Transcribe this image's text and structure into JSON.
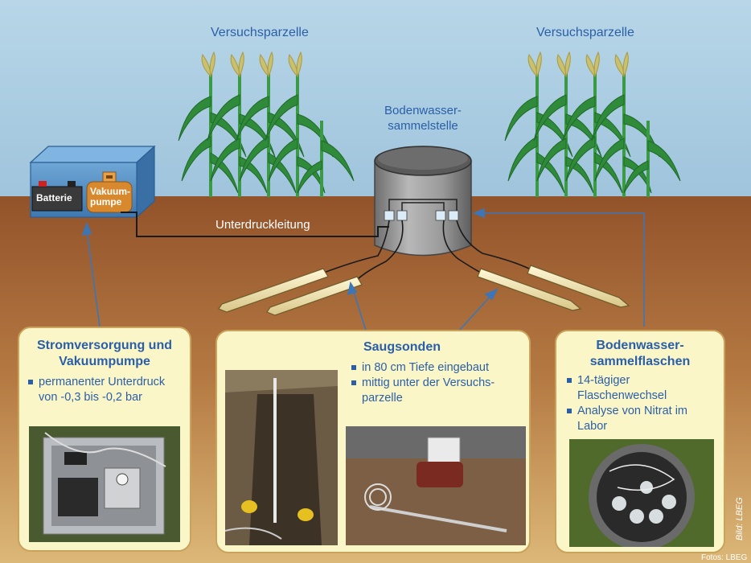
{
  "labels": {
    "plot_left": "Versuchsparzelle",
    "plot_right": "Versuchsparzelle",
    "station_line1": "Bodenwasser-",
    "station_line2": "sammelstelle",
    "pipe": "Unterdruckleitung",
    "battery": "Batterie",
    "pump_line1": "Vakuum-",
    "pump_line2": "pumpe"
  },
  "panels": {
    "power": {
      "title_line1": "Stromversorgung und",
      "title_line2": "Vakuumpumpe",
      "items": [
        {
          "line1": "permanenter Unterdruck",
          "line2": "von -0,3 bis  -0,2 bar"
        }
      ]
    },
    "probes": {
      "title": "Saugsonden",
      "items": [
        {
          "line1": "in 80 cm Tiefe eingebaut",
          "line2": ""
        },
        {
          "line1": "mittig unter der Versuchs-",
          "line2": "parzelle"
        }
      ]
    },
    "bottles": {
      "title_line1": "Bodenwasser-",
      "title_line2": "sammelflaschen",
      "items": [
        {
          "line1": "14-tägiger",
          "line2": "Flaschenwechsel"
        },
        {
          "line1": "Analyse von Nitrat im",
          "line2": "Labor"
        }
      ]
    }
  },
  "credits": {
    "image": "Bild: LBEG",
    "photos": "Fotos: LBEG"
  },
  "colors": {
    "sky": "#a9cbe0",
    "soil_top": "#9a5a2c",
    "soil_bottom": "#d9b374",
    "panel_bg": "#fbf6c8",
    "panel_border": "#c9a35c",
    "text_blue": "#2a5fa8",
    "box_blue": "#4f8cc4",
    "pump_orange": "#d8892e"
  }
}
